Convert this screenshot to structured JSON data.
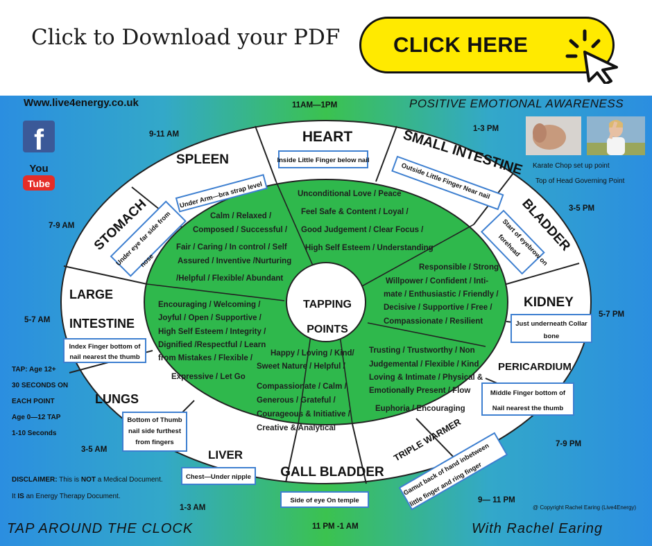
{
  "banner": {
    "title": "Click to Download your PDF",
    "button_label": "CLICK HERE"
  },
  "poster": {
    "website": "Www.live4energy.co.uk",
    "heading": "POSITIVE EMOTIONAL AWARENESS",
    "footer_left": "TAP AROUND THE CLOCK",
    "footer_right": "With Rachel Earing",
    "copyright": "@ Copyright Rachel Earing (Live4Energy)",
    "center_line1": "TAPPING",
    "center_line2": "POINTS",
    "photo_caption1": "Karate Chop set up point",
    "photo_caption2": "Top of Head Governing Point",
    "social": {
      "facebook": "f",
      "youtube_top": "You",
      "youtube_bottom": "Tube"
    },
    "tap_info": [
      "TAP: Age 12+",
      "30 SECONDS ON",
      "EACH POINT",
      "Age 0—12 TAP",
      "1-10 Seconds"
    ],
    "disclaimer": {
      "label": "DISCLAIMER:",
      "line1_a": " This is ",
      "line1_b": "NOT",
      "line1_c": " a Medical Document.",
      "line2_a": "It ",
      "line2_b": "IS",
      "line2_c": " an Energy Therapy Document."
    },
    "times": {
      "t11am": "11AM—1PM",
      "t1pm": "1-3 PM",
      "t3pm": "3-5 PM",
      "t5pm": "5-7 PM",
      "t7pm": "7-9 PM",
      "t9pm": "9— 11 PM",
      "t11pm": "11 PM -1 AM",
      "t1am": "1-3 AM",
      "t3am": "3-5 AM",
      "t5am": "5-7 AM",
      "t7am": "7-9 AM",
      "t9am": "9-11 AM"
    },
    "meridians": {
      "heart": "HEART",
      "small_intestine": "SMALL INTESTINE",
      "bladder": "BLADDER",
      "kidney": "KIDNEY",
      "pericardium": "PERICARDIUM",
      "triple_warmer": "TRIPLE WARMER",
      "gall_bladder": "GALL BLADDER",
      "liver": "LIVER",
      "lungs": "LUNGS",
      "large_intestine_1": "LARGE",
      "large_intestine_2": "INTESTINE",
      "stomach": "STOMACH",
      "spleen": "SPLEEN"
    },
    "points": {
      "heart": "Inside Little Finger below nail",
      "small_intestine": "Outside Little Finger  Near nail",
      "bladder_1": "Start of eyebrow on",
      "bladder_2": "forehead",
      "kidney_1": "Just underneath Collar",
      "kidney_2": "bone",
      "pericardium_1": "Middle Finger bottom of",
      "pericardium_2": "Nail nearest the thumb",
      "triple_warmer_1": "Gamut back of hand inbetween",
      "triple_warmer_2": "little finger and ring finger",
      "gall_bladder": "Side of eye On temple",
      "liver": "Chest—Under nipple",
      "lungs_1": "Bottom of Thumb",
      "lungs_2": "nail side furthest",
      "lungs_3": "from fingers",
      "large_intestine_1": "Index Finger bottom of",
      "large_intestine_2": "nail nearest the thumb",
      "stomach_1": "Under eye far side from",
      "stomach_2": "nose",
      "spleen": "Under Arm—bra strap level"
    },
    "emotions": {
      "heart": [
        "Unconditional Love / Peace",
        "Feel Safe & Content /  Loyal /",
        "Good Judgement / Clear Focus /",
        "High Self Esteem / Understanding"
      ],
      "spleen": [
        "Calm / Relaxed /",
        "Composed / Successful /",
        "Fair / Caring / In control /  Self",
        "Assured / Inventive /Nurturing",
        "/Helpful / Flexible/ Abundant"
      ],
      "bladder": [
        "Responsible / Strong",
        "Willpower / Confident / Inti-",
        "mate / Enthusiastic / Friendly /",
        "Decisive / Supportive / Free /",
        "Compassionate / Resilient"
      ],
      "large_intestine": [
        "Encouraging / Welcoming /",
        "Joyful / Open / Supportive /",
        "High Self Esteem / Integrity /",
        "Dignified /Respectful / Learn",
        "from Mistakes / Flexible /",
        "Expressive / Let Go"
      ],
      "pericardium": [
        "Trusting / Trustworthy / Non",
        "Judgemental / Flexible / Kind",
        "Loving & Intimate / Physical &",
        "Emotionally Present / Flow",
        "Euphoria / Encouraging"
      ],
      "liver": [
        "Happy / Loving / Kind/",
        "Sweet Nature / Helpful /",
        "Compassionate  / Calm /",
        "Generous / Grateful /",
        "Courageous  & Initiative /",
        "Creative & Analytical"
      ]
    },
    "colors": {
      "inner": "#2fb84c",
      "button": "#ffea00",
      "box_border": "#3d7fd0"
    }
  }
}
